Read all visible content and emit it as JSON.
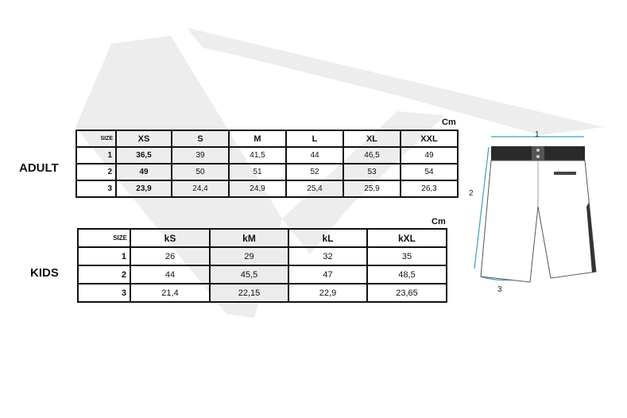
{
  "adult": {
    "label": "ADULT",
    "unit": "Cm",
    "size_header": "SIZE",
    "columns": [
      "XS",
      "S",
      "M",
      "L",
      "XL",
      "XXL"
    ],
    "rows": [
      {
        "id": "1",
        "values": [
          "36,5",
          "39",
          "41,5",
          "44",
          "46,5",
          "49"
        ]
      },
      {
        "id": "2",
        "values": [
          "49",
          "50",
          "51",
          "52",
          "53",
          "54"
        ]
      },
      {
        "id": "3",
        "values": [
          "23,9",
          "24,4",
          "24,9",
          "25,4",
          "25,9",
          "26,3"
        ]
      }
    ]
  },
  "kids": {
    "label": "KIDS",
    "unit": "Cm",
    "size_header": "SIZE",
    "columns": [
      "kS",
      "kM",
      "kL",
      "kXL"
    ],
    "rows": [
      {
        "id": "1",
        "values": [
          "26",
          "29",
          "32",
          "35"
        ]
      },
      {
        "id": "2",
        "values": [
          "44",
          "45,5",
          "47",
          "48,5"
        ]
      },
      {
        "id": "3",
        "values": [
          "21,4",
          "22,15",
          "22,9",
          "23,65"
        ]
      }
    ]
  },
  "diagram": {
    "dim1": "1",
    "dim2": "2",
    "dim3": "3"
  }
}
